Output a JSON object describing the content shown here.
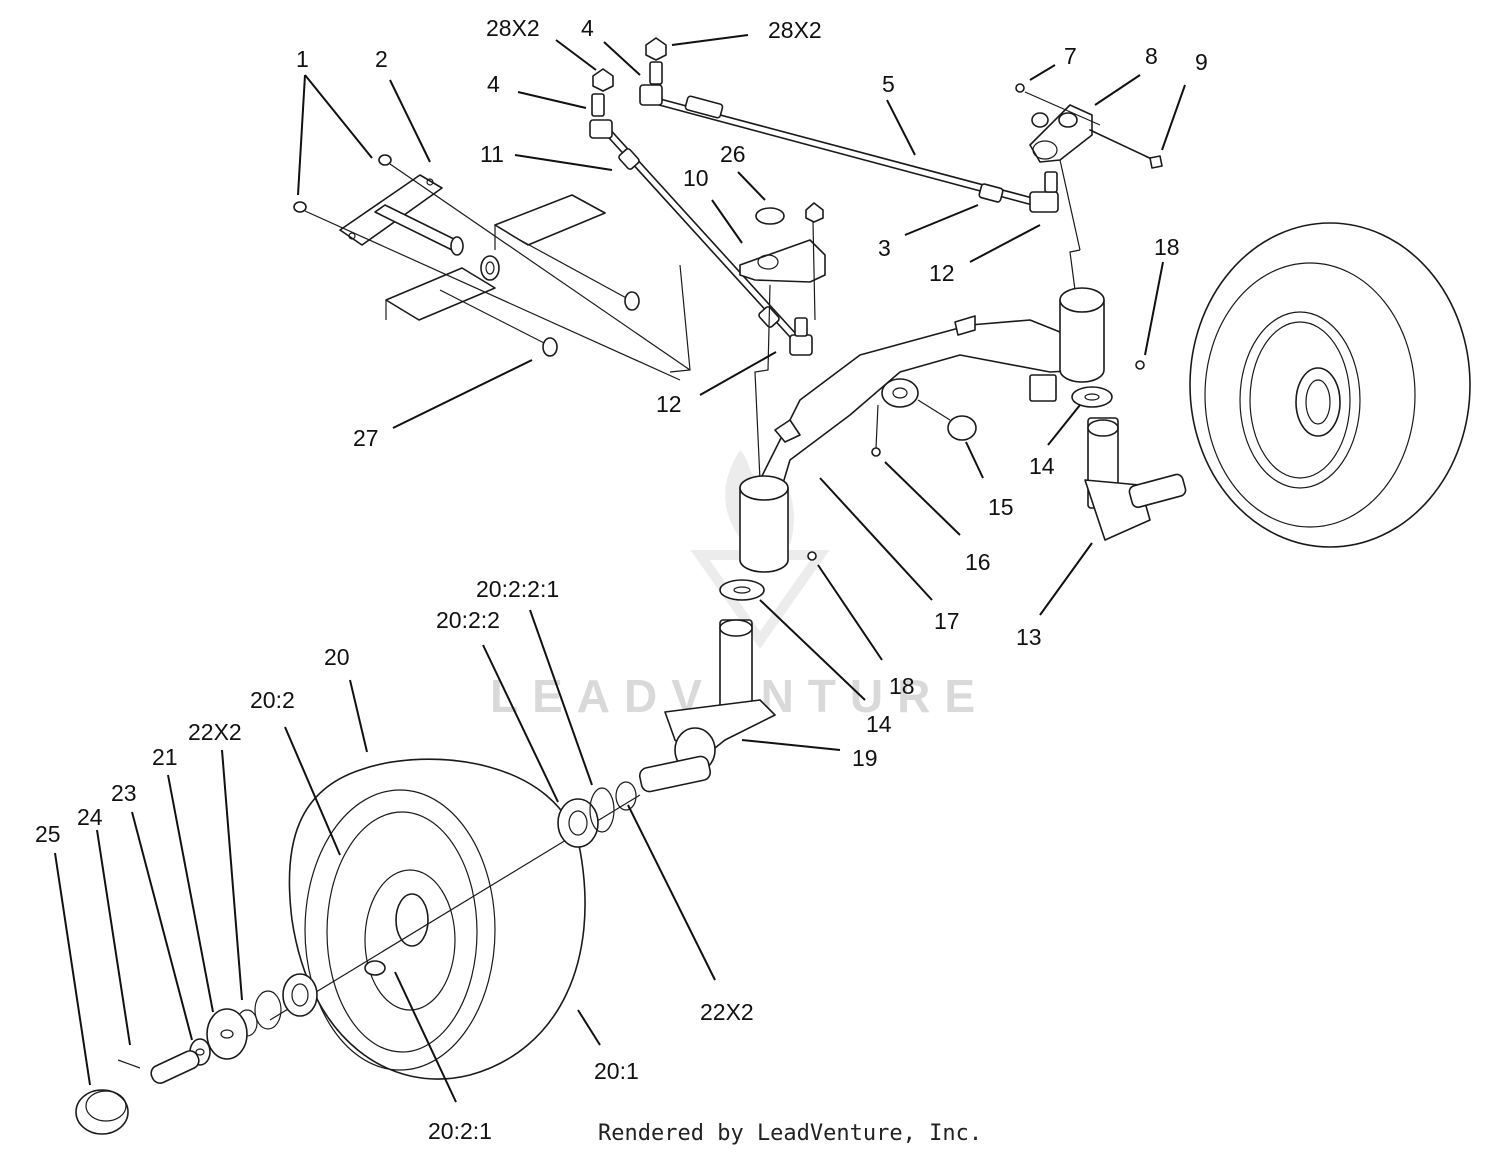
{
  "watermark": "LEADVENTURE",
  "footer": "Rendered by LeadVenture, Inc.",
  "callouts": [
    {
      "id": "1",
      "text": "1"
    },
    {
      "id": "2",
      "text": "2"
    },
    {
      "id": "28x2-a",
      "text": "28X2"
    },
    {
      "id": "4-a",
      "text": "4"
    },
    {
      "id": "28x2-b",
      "text": "28X2"
    },
    {
      "id": "4-b",
      "text": "4"
    },
    {
      "id": "5",
      "text": "5"
    },
    {
      "id": "7",
      "text": "7"
    },
    {
      "id": "8",
      "text": "8"
    },
    {
      "id": "9",
      "text": "9"
    },
    {
      "id": "11",
      "text": "11"
    },
    {
      "id": "26",
      "text": "26"
    },
    {
      "id": "10",
      "text": "10"
    },
    {
      "id": "3",
      "text": "3"
    },
    {
      "id": "12-a",
      "text": "12"
    },
    {
      "id": "18-a",
      "text": "18"
    },
    {
      "id": "12-b",
      "text": "12"
    },
    {
      "id": "27",
      "text": "27"
    },
    {
      "id": "14-a",
      "text": "14"
    },
    {
      "id": "15",
      "text": "15"
    },
    {
      "id": "16",
      "text": "16"
    },
    {
      "id": "17",
      "text": "17"
    },
    {
      "id": "13",
      "text": "13"
    },
    {
      "id": "20-2-2-1",
      "text": "20:2:2:1"
    },
    {
      "id": "20-2-2",
      "text": "20:2:2"
    },
    {
      "id": "20",
      "text": "20"
    },
    {
      "id": "20-2",
      "text": "20:2"
    },
    {
      "id": "22x2-a",
      "text": "22X2"
    },
    {
      "id": "21",
      "text": "21"
    },
    {
      "id": "23",
      "text": "23"
    },
    {
      "id": "24",
      "text": "24"
    },
    {
      "id": "25",
      "text": "25"
    },
    {
      "id": "18-b",
      "text": "18"
    },
    {
      "id": "14-b",
      "text": "14"
    },
    {
      "id": "19",
      "text": "19"
    },
    {
      "id": "22x2-b",
      "text": "22X2"
    },
    {
      "id": "20-1",
      "text": "20:1"
    },
    {
      "id": "20-2-1",
      "text": "20:2:1"
    }
  ]
}
